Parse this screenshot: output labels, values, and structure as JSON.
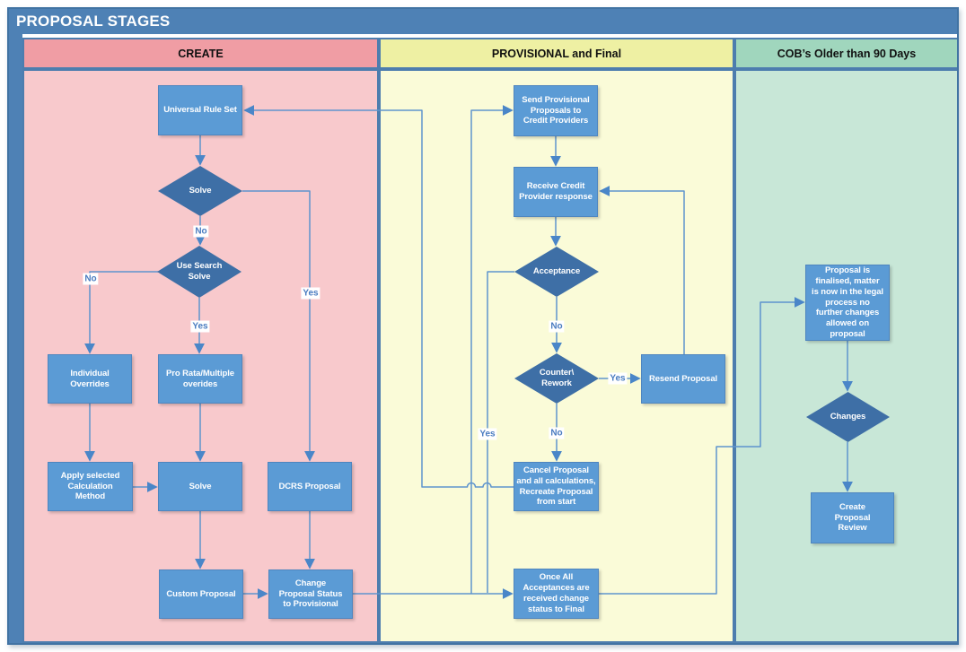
{
  "title": "PROPOSAL STAGES",
  "lanes": [
    {
      "id": "create",
      "label": "CREATE"
    },
    {
      "id": "provisional",
      "label": "PROVISIONAL and Final"
    },
    {
      "id": "cob",
      "label": "COB’s Older than 90 Days"
    }
  ],
  "nodes": {
    "universal_rule_set": "Universal Rule Set",
    "solve_decision": "Solve",
    "use_search_solve": "Use Search Solve",
    "individual_overrides": "Individual Overrides",
    "pro_rata_multiple_overides": "Pro Rata/Multiple overides",
    "apply_selected_calculation_method": "Apply selected Calculation Method",
    "solve": "Solve",
    "dcrs_proposal": "DCRS Proposal",
    "custom_proposal": "Custom Proposal",
    "change_proposal_status_to_provisional": "Change Proposal Status to Provisional",
    "send_provisional_proposals": "Send Provisional Proposals to Credit Providers",
    "receive_credit_provider_response": "Receive Credit Provider response",
    "acceptance": "Acceptance",
    "counter_rework": "Counter\\ Rework",
    "resend_proposal": "Resend Proposal",
    "cancel_recreate_proposal": "Cancel Proposal and all calculations, Recreate Proposal from start",
    "once_all_acceptances": "Once All Acceptances are received change status to Final",
    "proposal_finalised": "Proposal is finalised, matter is now in the legal process no further changes allowed on proposal",
    "changes": "Changes",
    "create_proposal_review": "Create Proposal Review"
  },
  "edge_labels": {
    "yes": "Yes",
    "no": "No"
  },
  "colors": {
    "titlebar_bg": "#4e81b5",
    "frame_border": "#4173a3",
    "lane_border": "#4d7dae",
    "create_header": "#f09da4",
    "create_body": "#f8c9cc",
    "provisional_header": "#eef0a3",
    "provisional_body": "#fafbd8",
    "cob_header": "#a0d6bd",
    "cob_body": "#c8e7d7",
    "process_fill": "#5b9bd5",
    "decision_fill": "#3e6fa6",
    "connector": "#5e94cd",
    "arrowhead": "#4a86c8",
    "edge_label_text": "#4a7cc0"
  }
}
